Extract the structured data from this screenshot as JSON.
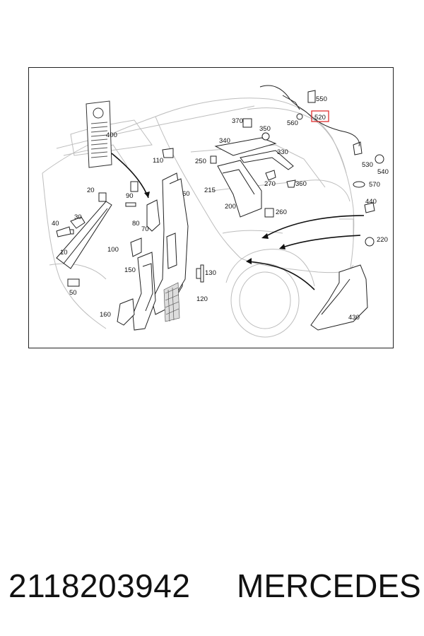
{
  "diagram": {
    "labels": {
      "l10": "10",
      "l20": "20",
      "l30": "30",
      "l40": "40",
      "l50": "50",
      "l60": "60",
      "l70": "70",
      "l80": "80",
      "l90": "90",
      "l100": "100",
      "l110": "110",
      "l120": "120",
      "l130": "130",
      "l150": "150",
      "l160": "160",
      "l200": "200",
      "l215": "215",
      "l220": "220",
      "l250": "250",
      "l260": "260",
      "l270": "270",
      "l330": "330",
      "l340": "340",
      "l350": "350",
      "l360": "360",
      "l370": "370",
      "l400": "400",
      "l430": "430",
      "l440": "440",
      "l520": "520",
      "l530": "530",
      "l540": "540",
      "l550": "550",
      "l560": "560",
      "l570": "570"
    },
    "highlight_color": "#e03030"
  },
  "footer": {
    "part_number": "2118203942",
    "brand": "MERCEDES"
  }
}
